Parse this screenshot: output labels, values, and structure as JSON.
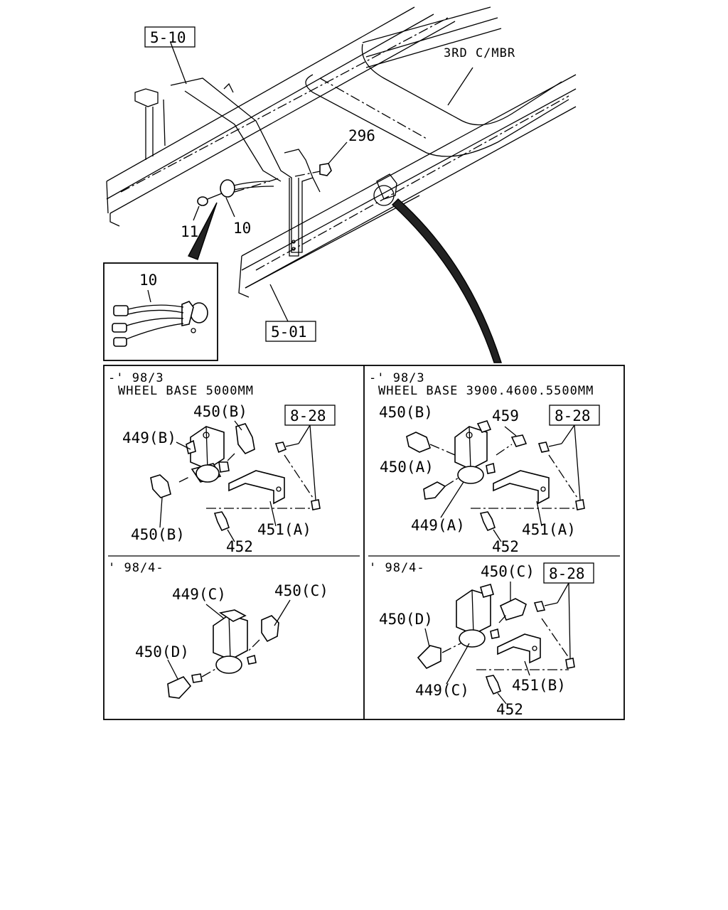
{
  "top_view": {
    "ref_5_10": "5-10",
    "ref_5_01": "5-01",
    "label_3rd_cmbr": "3RD C/MBR",
    "part_296": "296",
    "part_11": "11",
    "part_10": "10",
    "inset_part_10": "10"
  },
  "panels": {
    "top_left": {
      "period": "-' 98/3",
      "wheel_base": "WHEEL BASE 5000MM",
      "ref_8_28": "8-28",
      "labels": [
        "450(B)",
        "449(B)",
        "450(B)",
        "452",
        "451(A)"
      ]
    },
    "top_right": {
      "period": "-' 98/3",
      "wheel_base": "WHEEL BASE 3900.4600.5500MM",
      "ref_8_28": "8-28",
      "labels": [
        "450(B)",
        "459",
        "450(A)",
        "449(A)",
        "452",
        "451(A)"
      ]
    },
    "bottom_left": {
      "period": "' 98/4-",
      "labels": [
        "449(C)",
        "450(C)",
        "450(D)"
      ]
    },
    "bottom_right": {
      "period": "' 98/4-",
      "ref_8_28": "8-28",
      "labels": [
        "450(C)",
        "450(D)",
        "449(C)",
        "451(B)",
        "452"
      ]
    }
  }
}
